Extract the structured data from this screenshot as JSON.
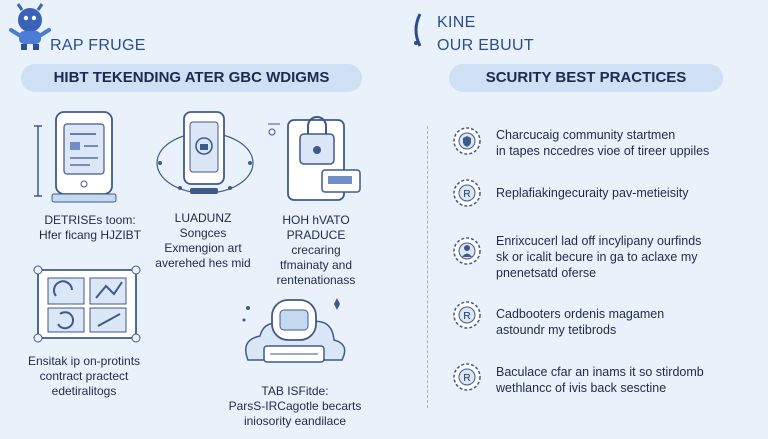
{
  "header": {
    "left_brand": "RAP FRUGE",
    "right_brand_line1": "KINE",
    "right_brand_line2": "OUR EBUUT"
  },
  "left_section": {
    "title": "HIBT TEKENDING ATER GBC WDIGMS",
    "items": [
      {
        "icon": "tablet-icon",
        "caption": [
          "DETRISEs toom:",
          "Hfer ficang HJZIBT"
        ]
      },
      {
        "icon": "phone-lock-icon",
        "caption": [
          "LUADUNZ",
          "Songces",
          "Exmengion art",
          "averehed hes mid"
        ]
      },
      {
        "icon": "padlock-document-icon",
        "caption": [
          "HOH hVATO",
          "PRADUCE",
          "crecaring",
          "tfmainaty and",
          "rentenationass"
        ]
      },
      {
        "icon": "chart-grid-icon",
        "caption": [
          "Ensitak ip on-protints",
          "contract practect",
          "edetiralitogs"
        ]
      },
      {
        "icon": "cloud-laptop-icon",
        "caption": [
          "TAB ISFitde:",
          "ParsS-IRCagotle becarts",
          "iniosority eandilace"
        ]
      }
    ]
  },
  "right_section": {
    "title": "SCURITY BEST PRACTICES",
    "items": [
      {
        "icon": "gear-shield-icon",
        "lines": [
          "Charcucaig community startmen",
          "in tapes nccedres vioe of tireer uppiles"
        ]
      },
      {
        "icon": "r-badge-icon",
        "lines": [
          "Replafiakingecuraity pav-metieisity"
        ]
      },
      {
        "icon": "person-gear-icon",
        "lines": [
          "Enrixcucerl lad off incylipany ourfinds",
          "sk or icalit becure in ga to aclaxe my",
          "pnenetsatd oferse"
        ]
      },
      {
        "icon": "r-gear-icon",
        "lines": [
          "Cadbooters ordenis magamen",
          "astoundr my tetibrods"
        ]
      },
      {
        "icon": "r-gear-icon",
        "lines": [
          "Baculace cfar an inams it so stirdomb",
          "wethlancc of ivis back sesctine"
        ]
      }
    ]
  },
  "colors": {
    "background": "#e9f1fb",
    "pill": "#cfdff4",
    "accent": "#2a4d8f",
    "line": "#3f5a8a"
  }
}
